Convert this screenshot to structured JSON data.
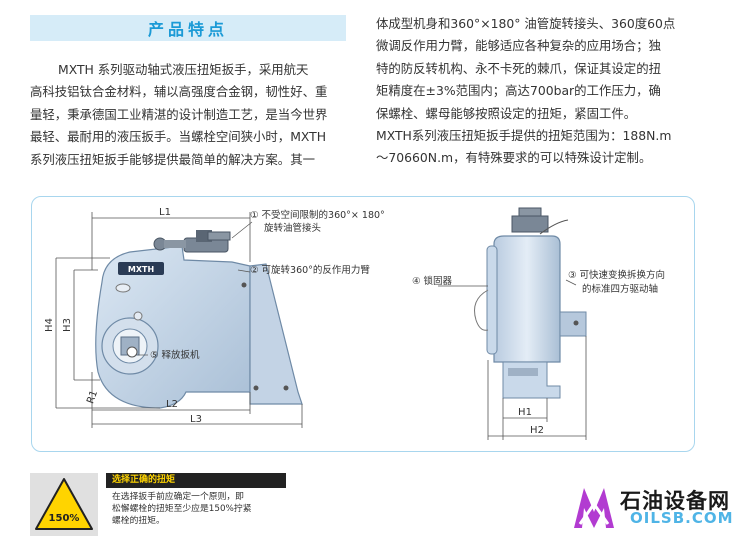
{
  "section_title": "产品特点",
  "left_paragraph": [
    "MXTH 系列驱动轴式液压扭矩扳手，采用航天",
    "高科技铝钛合金材料，辅以高强度合金钢，韧性好、重",
    "量轻，秉承德国工业精湛的设计制造工艺，是当今世界",
    "最轻、最耐用的液压扳手。当螺栓空间狭小时，MXTH",
    "系列液压扭矩扳手能够提供最简单的解决方案。其一"
  ],
  "right_paragraph": [
    "体成型机身和360°×180° 油管旋转接头、360度60点",
    "微调反作用力臂，能够适应各种复杂的应用场合；独",
    "特的防反转机构、永不卡死的棘爪，保证其设定的扭",
    "矩精度在±3%范围内；高达700bar的工作压力，确",
    "保螺栓、螺母能够按照设定的扭矩，紧固工件。",
    "MXTH系列液压扭矩扳手提供的扭矩范围为：188N.m",
    "～70660N.m，有特殊要求的可以特殊设计定制。"
  ],
  "diagram": {
    "brand_plate": "MXTH",
    "dimensions": {
      "L1": "L1",
      "L2": "L2",
      "L3": "L3",
      "H1": "H1",
      "H2": "H2",
      "H3": "H3",
      "H4": "H4",
      "R1": "R1"
    },
    "callouts": {
      "c1_line1": "① 不受空间限制的360°× 180°",
      "c1_line2": "旋转油管接头",
      "c2": "② 可旋转360°的反作用力臂",
      "c3_line1": "③ 可快速变换拆换方向",
      "c3_line2": "的标准四方驱动轴",
      "c4": "④ 锁固器",
      "c5": "⑤ 释放扳机"
    }
  },
  "warning": {
    "title": "选择正确的扭矩",
    "badge": "150%",
    "text": [
      "在选择扳手前应确定一个原则，即",
      "松懈螺栓的扭矩至少应是150%拧紧",
      "螺栓的扭矩。"
    ]
  },
  "logo": {
    "cn": "石油设备网",
    "en": "OILSB.COM"
  },
  "colors": {
    "accent": "#1b9ad6",
    "title_bg": "#d6ecf8",
    "tool_body": "#c9d9ea",
    "warning_yellow": "#ffd400"
  }
}
